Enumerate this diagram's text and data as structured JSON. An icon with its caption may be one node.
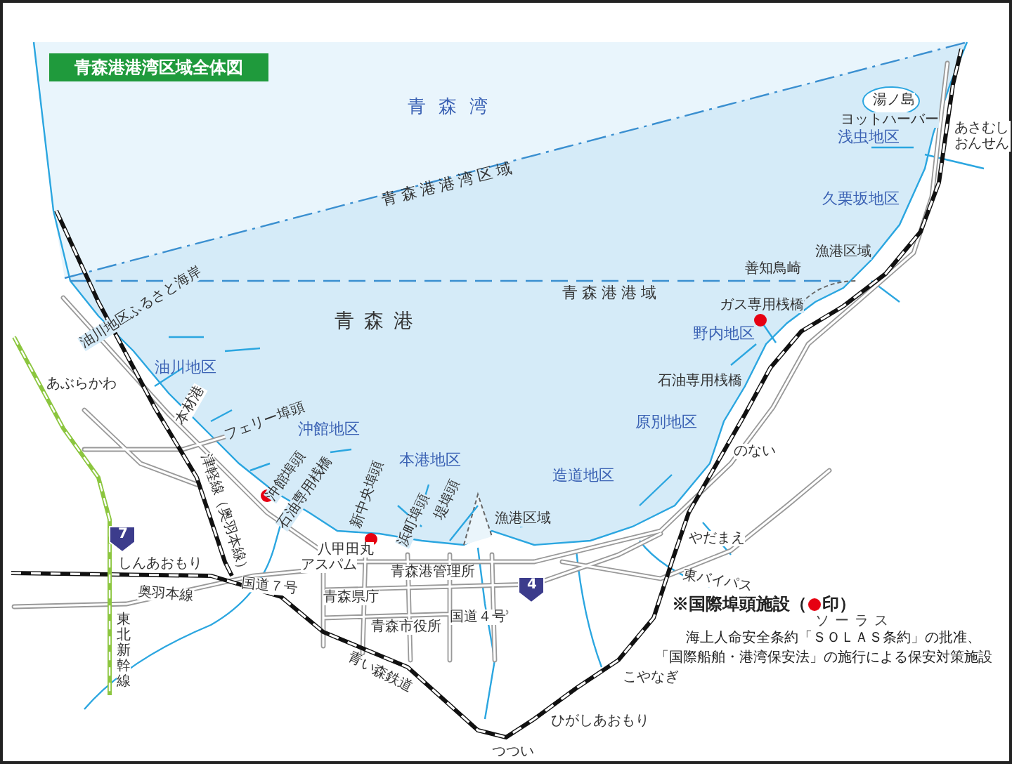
{
  "diagram": {
    "title": "青森港港湾区域全体図",
    "labels": [
      "青森湾",
      "浅虫地区",
      "湯ノ島",
      "ヨットハーバー",
      "あさむしおんせん",
      "久栗坂地区",
      "漁港区域",
      "青森港港湾区域",
      "善知鳥崎",
      "青森港港域",
      "ガス専用桟橋",
      "青森港",
      "野内地区",
      "油川地区ふるさと海岸",
      "油川地区",
      "あぶらかわ",
      "石油専用桟橋",
      "本材港",
      "原別地区",
      "フェリー埠頭",
      "沖館地区",
      "のない",
      "沖館埠頭",
      "本港地区",
      "造道地区",
      "石油専用桟橋",
      "新中央埠頭",
      "堤埠頭",
      "漁港区域",
      "浜町埠頭",
      "津軽線（奥羽本線）",
      "八甲田丸",
      "アスパム",
      "7",
      "やだまえ",
      "しんあおもり",
      "国道７号",
      "青森港管理所",
      "東バイパス",
      "4",
      "奥羽本線",
      "青森県庁",
      "※国際埠頭施設（",
      "印）",
      "国道４号",
      "東北新幹線",
      "青森市役所",
      "ソーラス",
      "海上人命安全条約「ＳＯＬＡＳ条約」の批准、",
      "「国際船舶・港湾保安法」の施行による保安対策施設",
      "青い森鉄道",
      "こやなぎ",
      "ひがしあおもり",
      "つつい"
    ]
  }
}
